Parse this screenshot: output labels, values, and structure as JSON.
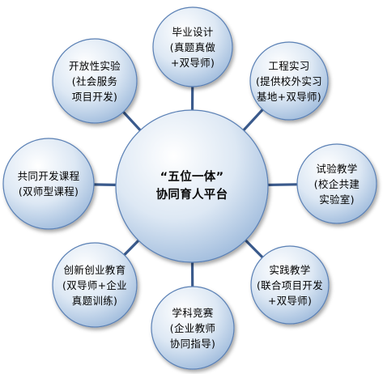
{
  "colors": {
    "connector": "#3a5a8c",
    "node_fill_light": "#ffffff",
    "node_fill_mid": "#dde8f4",
    "node_fill_dark": "#9fbbdc",
    "node_stroke": "#5a80b5"
  },
  "center": {
    "lines": [
      "“五位一体”",
      "协同育人平台"
    ]
  },
  "nodes": [
    {
      "id": "graduation-design",
      "lines": [
        "毕业设计",
        "(真题真做",
        "+双导师)"
      ]
    },
    {
      "id": "engineering-internship",
      "lines": [
        "工程实习",
        "(提供校外实习",
        "基地+双导师)"
      ]
    },
    {
      "id": "experimental-teaching",
      "lines": [
        "试验教学",
        "(校企共建",
        "实验室)"
      ]
    },
    {
      "id": "practice-teaching",
      "lines": [
        "实践教学",
        "(联合项目开发",
        "+双导师)"
      ]
    },
    {
      "id": "subject-competition",
      "lines": [
        "学科竞赛",
        "(企业教师",
        "协同指导)"
      ]
    },
    {
      "id": "innovation-education",
      "lines": [
        "创新创业教育",
        "(双导师+企业",
        "真题训练)"
      ]
    },
    {
      "id": "joint-curriculum",
      "lines": [
        "共同开发课程",
        "(双师型课程)"
      ]
    },
    {
      "id": "open-experiment",
      "lines": [
        "开放性实验",
        "(社会服务",
        "项目开发)"
      ]
    }
  ]
}
